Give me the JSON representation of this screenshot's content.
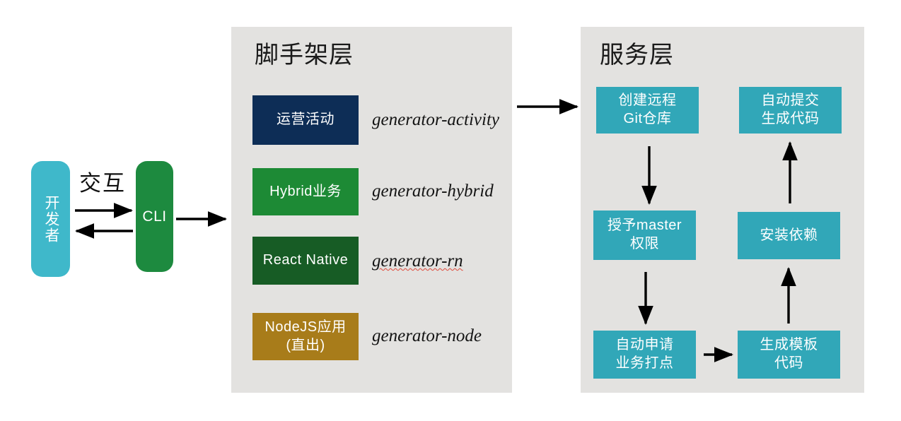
{
  "diagram": {
    "background_color": "#ffffff",
    "panel_color": "#e3e2e0"
  },
  "actors": {
    "developer": {
      "label": "开发者",
      "color": "#3fb8ca"
    },
    "cli": {
      "label": "CLI",
      "color": "#1d8a3f"
    },
    "interaction_caption": "交互"
  },
  "scaffold_layer": {
    "title": "脚手架层",
    "items": [
      {
        "box_label": "运营活动",
        "package": "generator-activity",
        "color": "#0d2d56",
        "misspelled": false
      },
      {
        "box_label": "Hybrid业务",
        "package": "generator-hybrid",
        "color": "#1d8a35",
        "misspelled": false
      },
      {
        "box_label": "React Native",
        "package": "generator-rn",
        "color": "#175c25",
        "misspelled": true
      },
      {
        "box_label": "NodeJS应用\n(直出)",
        "package": "generator-node",
        "color": "#a87c1a",
        "misspelled": false
      }
    ]
  },
  "service_layer": {
    "title": "服务层",
    "node_color": "#31a7b8",
    "nodes": [
      {
        "id": "create-git-repo",
        "label": "创建远程\nGit仓库"
      },
      {
        "id": "grant-master",
        "label": "授予master\n权限"
      },
      {
        "id": "auto-apply-report",
        "label": "自动申请\n业务打点"
      },
      {
        "id": "generate-template",
        "label": "生成模板\n代码"
      },
      {
        "id": "install-deps",
        "label": "安装依赖"
      },
      {
        "id": "auto-commit",
        "label": "自动提交\n生成代码"
      }
    ]
  },
  "arrows": {
    "developer_to_cli": "交互请求",
    "cli_to_developer": "交互响应",
    "cli_to_scaffold": "调用脚手架",
    "scaffold_to_service": "调用服务",
    "create_to_grant": "下一步",
    "grant_to_apply": "下一步",
    "apply_to_generate": "下一步",
    "generate_to_install": "下一步",
    "install_to_commit": "下一步"
  }
}
